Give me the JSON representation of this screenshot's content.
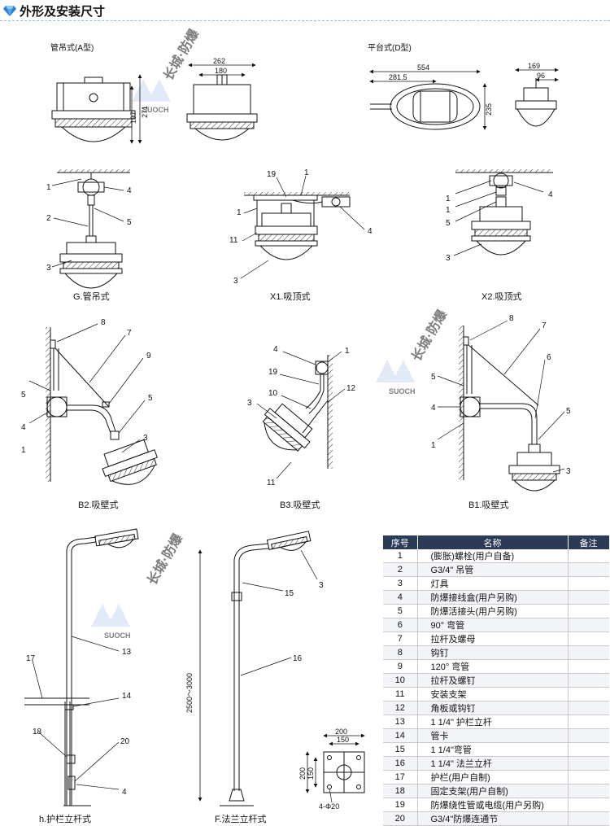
{
  "header": {
    "title": "外形及安装尺寸"
  },
  "watermark": {
    "brand": "长城·防爆",
    "latin": "SUOCH"
  },
  "section_a": {
    "title": "管吊式(A型)",
    "dims": [
      "262",
      "180",
      "197",
      "271"
    ]
  },
  "section_d": {
    "title": "平台式(D型)",
    "dims": [
      "554",
      "281.5",
      "235",
      "169",
      "96"
    ]
  },
  "captions": {
    "g": "G.管吊式",
    "x1": "X1.吸顶式",
    "x2": "X2.吸顶式",
    "b2": "B2.吸壁式",
    "b3": "B3.吸壁式",
    "b1": "B1.吸壁式",
    "h": "h.护栏立杆式",
    "f": "F.法兰立杆式"
  },
  "flange": {
    "outer": "200",
    "inner": "150",
    "height_outer": "200",
    "height_inner": "150",
    "holes": "4-Φ20"
  },
  "pole_height": "2500～3000",
  "callouts": {
    "g": [
      "1",
      "4",
      "2",
      "5",
      "3"
    ],
    "x1": [
      "19",
      "1",
      "1",
      "4",
      "11",
      "3"
    ],
    "x2": [
      "1",
      "4",
      "1",
      "5",
      "3"
    ],
    "b2": [
      "8",
      "7",
      "9",
      "5",
      "5",
      "4",
      "1",
      "3"
    ],
    "b3": [
      "4",
      "1",
      "19",
      "12",
      "10",
      "3",
      "11"
    ],
    "b1": [
      "8",
      "7",
      "6",
      "5",
      "4",
      "1",
      "5",
      "3"
    ],
    "h": [
      "17",
      "13",
      "14",
      "18",
      "20",
      "4"
    ],
    "f": [
      "3",
      "15",
      "16"
    ]
  },
  "table": {
    "headers": [
      "序号",
      "名称",
      "备注"
    ],
    "rows": [
      [
        "1",
        "(膨胀)螺栓(用户自备)",
        ""
      ],
      [
        "2",
        "G3/4\" 吊管",
        ""
      ],
      [
        "3",
        "灯具",
        ""
      ],
      [
        "4",
        "防爆接线盒(用户另购)",
        ""
      ],
      [
        "5",
        "防爆活接头(用户另购)",
        ""
      ],
      [
        "6",
        "90° 弯管",
        ""
      ],
      [
        "7",
        "拉杆及螺母",
        ""
      ],
      [
        "8",
        "钩钉",
        ""
      ],
      [
        "9",
        "120° 弯管",
        ""
      ],
      [
        "10",
        "拉杆及螺钉",
        ""
      ],
      [
        "11",
        "安装支架",
        ""
      ],
      [
        "12",
        "角板或钩钉",
        ""
      ],
      [
        "13",
        "1 1/4\" 护栏立杆",
        ""
      ],
      [
        "14",
        "管卡",
        ""
      ],
      [
        "15",
        "1 1/4\"弯管",
        ""
      ],
      [
        "16",
        "1 1/4\" 法兰立杆",
        ""
      ],
      [
        "17",
        "护栏(用户自制)",
        ""
      ],
      [
        "18",
        "固定支架(用户自制)",
        ""
      ],
      [
        "19",
        "防爆绕性管或电缆(用户另购)",
        ""
      ],
      [
        "20",
        "G3/4\"防爆连通节",
        ""
      ]
    ]
  },
  "colors": {
    "header_band": "#2b3a57",
    "accent": "#2a7fd4",
    "watermark": "#c9daf0"
  }
}
